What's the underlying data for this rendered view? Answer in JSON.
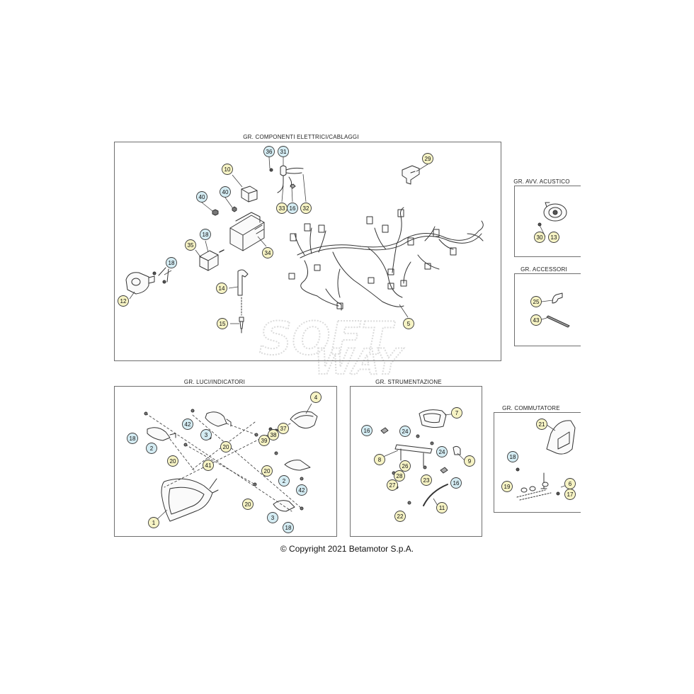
{
  "colors": {
    "badge_yellow": "#f6f3c4",
    "badge_blue": "#d4ecf3",
    "badge_stroke": "#3a3a3a",
    "frame": "#6f6f6f",
    "line": "#333333",
    "watermark": "#dcdcdc"
  },
  "panels": [
    {
      "title": "GR. COMPONENTI ELETTRICI/CABLAGGI"
    },
    {
      "title": "GR. AVV. ACUSTICO"
    },
    {
      "title": "GR. ACCESSORI"
    },
    {
      "title": "GR. LUCI/INDICATORI"
    },
    {
      "title": "GR. STRUMENTAZIONE"
    },
    {
      "title": "GR. COMMUTATORE"
    }
  ],
  "watermark": {
    "line1": "SOFT",
    "line2": "WAY"
  },
  "copyright": "© Copyright 2021 Betamotor S.p.A.",
  "callouts": [
    {
      "label": "36",
      "color": "blue"
    },
    {
      "label": "31",
      "color": "blue"
    },
    {
      "label": "29",
      "color": "yellow"
    },
    {
      "label": "10",
      "color": "yellow"
    },
    {
      "label": "40",
      "color": "blue"
    },
    {
      "label": "40",
      "color": "blue"
    },
    {
      "label": "33",
      "color": "yellow"
    },
    {
      "label": "16",
      "color": "blue"
    },
    {
      "label": "32",
      "color": "yellow"
    },
    {
      "label": "18",
      "color": "blue"
    },
    {
      "label": "35",
      "color": "yellow"
    },
    {
      "label": "34",
      "color": "yellow"
    },
    {
      "label": "18",
      "color": "blue"
    },
    {
      "label": "14",
      "color": "yellow"
    },
    {
      "label": "12",
      "color": "yellow"
    },
    {
      "label": "15",
      "color": "yellow"
    },
    {
      "label": "5",
      "color": "yellow"
    },
    {
      "label": "30",
      "color": "yellow"
    },
    {
      "label": "13",
      "color": "yellow"
    },
    {
      "label": "25",
      "color": "yellow"
    },
    {
      "label": "43",
      "color": "yellow"
    },
    {
      "label": "4",
      "color": "yellow"
    },
    {
      "label": "42",
      "color": "blue"
    },
    {
      "label": "3",
      "color": "blue"
    },
    {
      "label": "37",
      "color": "yellow"
    },
    {
      "label": "38",
      "color": "yellow"
    },
    {
      "label": "39",
      "color": "yellow"
    },
    {
      "label": "18",
      "color": "blue"
    },
    {
      "label": "2",
      "color": "blue"
    },
    {
      "label": "20",
      "color": "yellow"
    },
    {
      "label": "20",
      "color": "yellow"
    },
    {
      "label": "41",
      "color": "yellow"
    },
    {
      "label": "20",
      "color": "yellow"
    },
    {
      "label": "2",
      "color": "blue"
    },
    {
      "label": "42",
      "color": "blue"
    },
    {
      "label": "20",
      "color": "yellow"
    },
    {
      "label": "3",
      "color": "blue"
    },
    {
      "label": "1",
      "color": "yellow"
    },
    {
      "label": "18",
      "color": "blue"
    },
    {
      "label": "7",
      "color": "yellow"
    },
    {
      "label": "16",
      "color": "blue"
    },
    {
      "label": "24",
      "color": "blue"
    },
    {
      "label": "24",
      "color": "blue"
    },
    {
      "label": "9",
      "color": "yellow"
    },
    {
      "label": "8",
      "color": "yellow"
    },
    {
      "label": "26",
      "color": "yellow"
    },
    {
      "label": "28",
      "color": "yellow"
    },
    {
      "label": "27",
      "color": "yellow"
    },
    {
      "label": "23",
      "color": "yellow"
    },
    {
      "label": "16",
      "color": "blue"
    },
    {
      "label": "11",
      "color": "yellow"
    },
    {
      "label": "22",
      "color": "yellow"
    },
    {
      "label": "21",
      "color": "yellow"
    },
    {
      "label": "18",
      "color": "blue"
    },
    {
      "label": "6",
      "color": "yellow"
    },
    {
      "label": "19",
      "color": "yellow"
    },
    {
      "label": "17",
      "color": "yellow"
    }
  ]
}
